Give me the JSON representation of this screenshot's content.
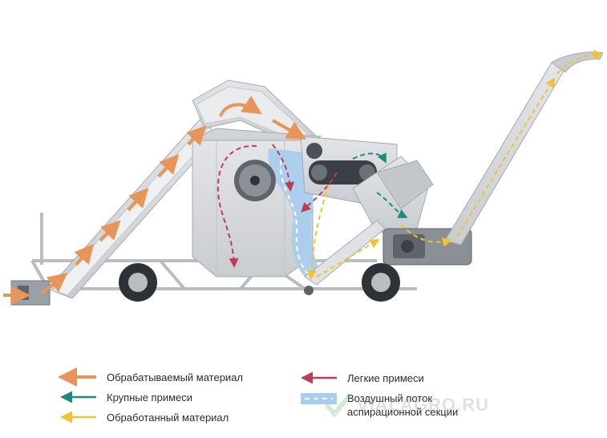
{
  "legend": {
    "processed_material": {
      "label": "Обрабатываемый материал",
      "color": "#e8955a"
    },
    "large_impurities": {
      "label": "Крупные примеси",
      "color": "#1f8a7a"
    },
    "finished_material": {
      "label": "Обработанный материал",
      "color": "#f2c230"
    },
    "light_impurities": {
      "label": "Легкие примеси",
      "color": "#c23a55"
    },
    "air_flow": {
      "label_line1": "Воздушный поток",
      "label_line2": "аспирационной секции",
      "color": "#a9cdee"
    }
  },
  "watermark": {
    "text": "VIALAGRO.RU",
    "color": "#5fb85a"
  },
  "colors": {
    "machine_body": "#d6d8db",
    "machine_dark": "#9aa0a6",
    "frame": "#b9bdc2"
  }
}
